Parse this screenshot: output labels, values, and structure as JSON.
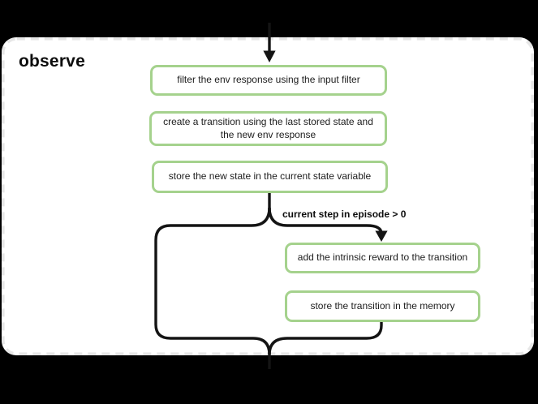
{
  "panel": {
    "title": "observe"
  },
  "flow": {
    "main_steps": [
      "filter the env response using the input filter",
      "create a transition using the last stored state and the new env response",
      "store the new state in the current state variable"
    ],
    "condition": {
      "label": "current step in episode > 0"
    },
    "branch_steps": [
      "add the intrinsic reward to the transition",
      "store the transition in the memory"
    ]
  },
  "colors": {
    "background": "#000000",
    "panel_background": "#ffffff",
    "panel_dashed_border": "#e7e7e7",
    "node_border_green": "#a5d28d",
    "connector_line": "#141414",
    "text": "#0d0d0d"
  }
}
